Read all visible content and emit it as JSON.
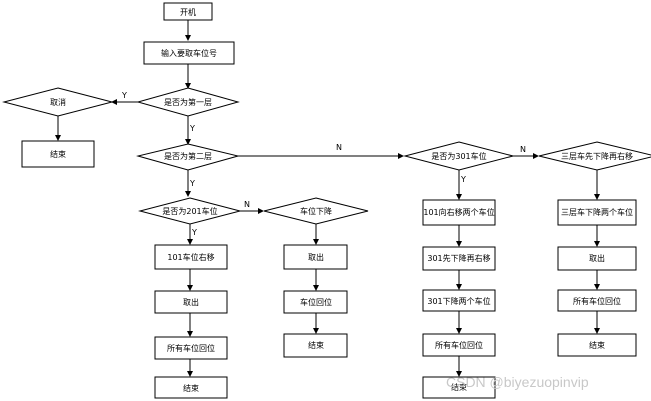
{
  "nodes": {
    "start": "开机",
    "input": "输入要取车位号",
    "d_first": "是否为第一层",
    "cancel": "取消",
    "end_cancel": "结束",
    "d_second": "是否为第二层",
    "d_201": "是否为201车位",
    "p_101_right": "101车位右移",
    "take_l": "取出",
    "reset_l": "所有车位回位",
    "end_l": "结束",
    "p_lower": "车位下降",
    "take_m": "取出",
    "reset_m": "车位回位",
    "end_m": "结束",
    "d_301": "是否为301车位",
    "p_101_right2": "101向右移两个车位",
    "p_301_down_right": "301先下降再右移",
    "p_301_down2": "301下降两个车位",
    "reset_r": "所有车位回位",
    "end_r": "结束",
    "d_third": "三层车先下降再右移",
    "p_3rd_down2": "三层车下降两个车位",
    "take_rr": "取出",
    "reset_rr": "所有车位回位",
    "end_rr": "结束"
  },
  "edge_labels": {
    "first_yes": "Y",
    "first_no": "Y",
    "second_no": "N",
    "second_yes": "Y",
    "n201_no": "N",
    "n201_yes": "Y",
    "n301_no": "N",
    "n301_yes": "Y"
  },
  "watermark": "CSDN @biyezuopinvip"
}
